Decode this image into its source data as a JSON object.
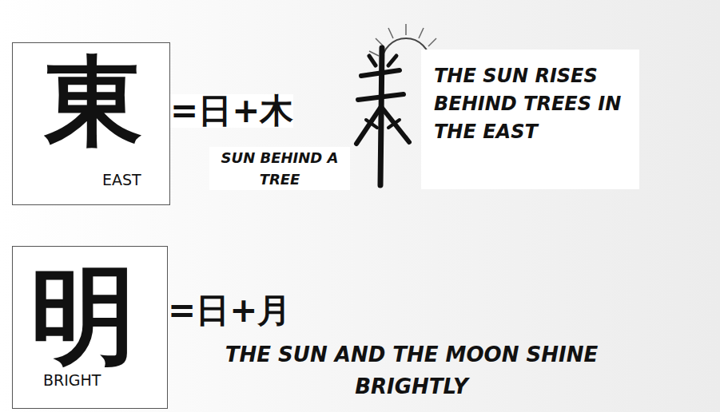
{
  "diagram": {
    "nodes": [
      {
        "text": [
          "東",
          "EAST"
        ]
      },
      {
        "text": [
          "THE SUN RISES BEHIND TREES IN THE EAST"
        ]
      },
      {
        "text": [
          "明",
          "BRIGHT"
        ]
      }
    ],
    "labels": [
      "=日+木",
      "SUN BEHIND A TREE",
      "=日+月",
      "THE SUN AND THE MOON SHINE BRIGHTLY"
    ]
  }
}
